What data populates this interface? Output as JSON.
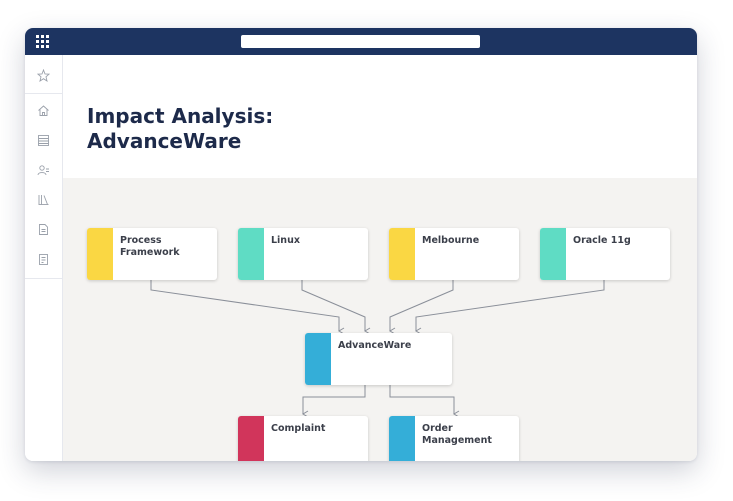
{
  "app": {
    "search": {
      "placeholder": "",
      "value": ""
    }
  },
  "sidebar": {
    "icons": [
      "star-icon",
      "home-icon",
      "list-icon",
      "users-icon",
      "library-icon",
      "document-icon",
      "report-icon"
    ]
  },
  "page": {
    "title_line1": "Impact Analysis:",
    "title_line2": "AdvanceWare"
  },
  "diagram": {
    "sources": [
      {
        "label": "Process Framework",
        "color": "#fad743"
      },
      {
        "label": "Linux",
        "color": "#5fdcc4"
      },
      {
        "label": "Melbourne",
        "color": "#fad743"
      },
      {
        "label": "Oracle 11g",
        "color": "#5fdcc4"
      }
    ],
    "center": {
      "label": "AdvanceWare",
      "color": "#34aed8"
    },
    "targets": [
      {
        "label": "Complaint",
        "color": "#d1355b"
      },
      {
        "label": "Order Management",
        "color": "#34aed8"
      }
    ]
  },
  "colors": {
    "topbar": "#1d3461",
    "canvas": "#f4f3f1",
    "title": "#1d2a4a",
    "connector": "#8a8f99"
  }
}
